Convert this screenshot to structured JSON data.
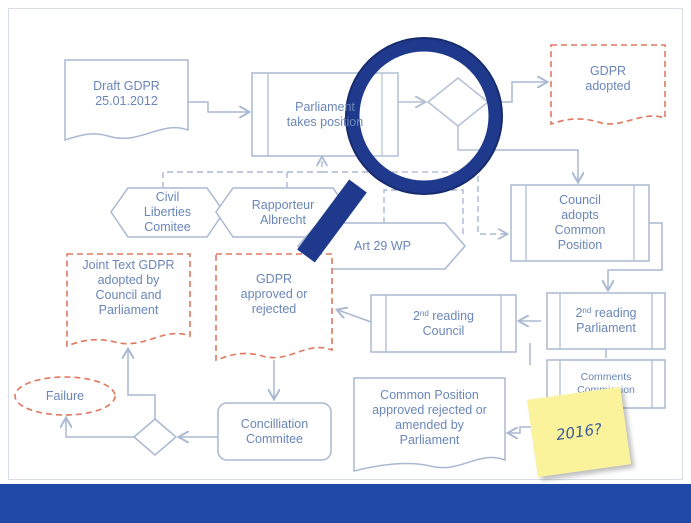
{
  "colors": {
    "box_stroke": "#aab8d2",
    "red_dash": "#e07860",
    "text": "#6a86b8",
    "magnifier": "#1f3a8c",
    "bar": "#1f49a7",
    "note": "#fbf39b"
  },
  "nodes": {
    "draft_gdpr": "Draft GDPR\n25.01.2012",
    "parliament_position": "Parliament\ntakes position",
    "gdpr_adopted": "GDPR\nadopted",
    "civil_liberties": "Civil\nLiberties\nComitee",
    "rapporteur": "Rapporteur\nAlbrecht",
    "art29": "Art 29 WP",
    "council_common": "Council\nadopts\nCommon\nPosition",
    "joint_text": "Joint Text GDPR\nadopted by\nCouncil and\nParliament",
    "gdpr_approved": "GDPR\napproved or\nrejected",
    "second_reading_council_ordinal": "2",
    "second_reading_council_sup": "nd",
    "second_reading_council_rest": " reading\nCouncil",
    "second_reading_parliament_ordinal": "2",
    "second_reading_parliament_sup": "nd",
    "second_reading_parliament_rest": " reading\nParliament",
    "comments_commission": "Comments\nCommission",
    "failure": "Failure",
    "concilliation": "Concilliation\nCommitee",
    "common_position_result": "Common Position\napproved rejected or\namended by\nParliament"
  },
  "note": {
    "text": "2016?"
  }
}
